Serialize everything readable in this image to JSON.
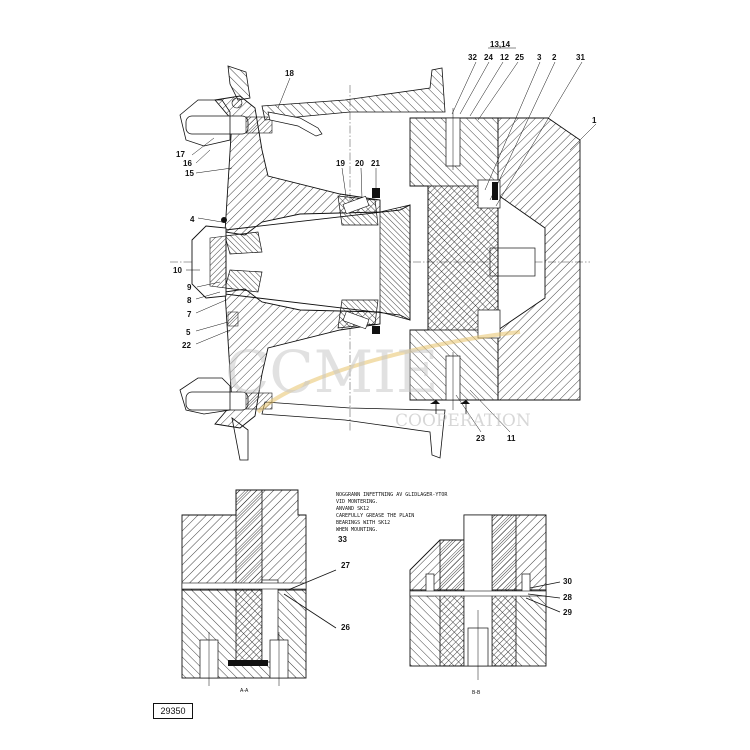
{
  "drawing_number": "29350",
  "note_lines": [
    "NOGGRANN INFETTNING AV GLIDLAGER-YTOR",
    "VID MONTERING.",
    "ANVAND SK12",
    "CAREFULLY GREASE THE PLAIN",
    "BEARINGS WITH SK12",
    "WHEN MOUNTING."
  ],
  "note_ref": "33",
  "section_labels": {
    "a": "A-A",
    "b": "B-B"
  },
  "watermark": {
    "line1": "CCMIE",
    "line2": "COOPERATION"
  },
  "callouts": {
    "c1": "1",
    "c2": "2",
    "c3": "3",
    "c4": "4",
    "c5": "5",
    "c7": "7",
    "c8": "8",
    "c9": "9",
    "c10": "10",
    "c11": "11",
    "c12": "12",
    "c1314": "13,14",
    "c15": "15",
    "c16": "16",
    "c17": "17",
    "c18": "18",
    "c19": "19",
    "c20": "20",
    "c21": "21",
    "c22": "22",
    "c23": "23",
    "c24": "24",
    "c25": "25",
    "c26": "26",
    "c27": "27",
    "c28": "28",
    "c29": "29",
    "c30": "30",
    "c31": "31",
    "c32": "32"
  },
  "colors": {
    "ink": "#111111",
    "watermark": "#c9c9c9",
    "watermark_accent": "#e8c36a"
  }
}
